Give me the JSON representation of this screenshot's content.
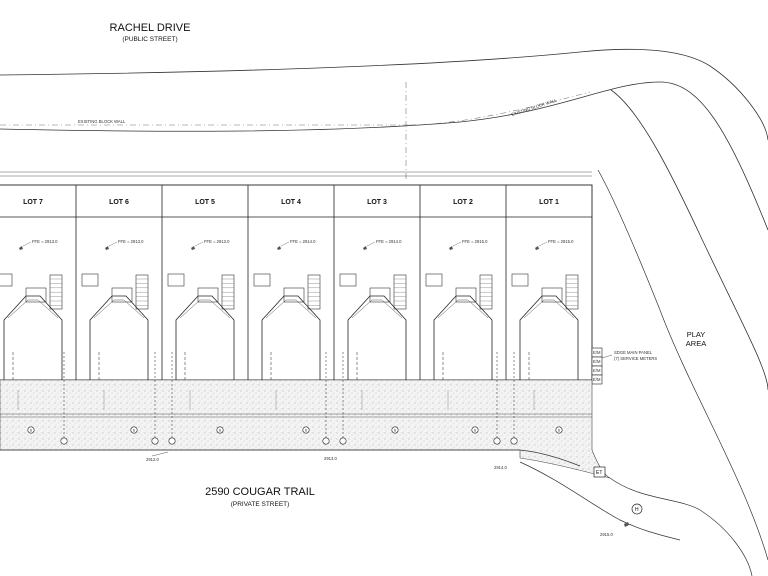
{
  "street_top": {
    "name": "RACHEL DRIVE",
    "sub": "(PUBLIC STREET)"
  },
  "street_bottom": {
    "name": "2590 COUGAR TRAIL",
    "sub": "(PRIVATE STREET)"
  },
  "play_area": {
    "line1": "PLAY",
    "line2": "AREA"
  },
  "wall_left": "EXISTING BLOCK WALL",
  "wall_right": "EXISTING BLOCK WALL",
  "lots": [
    {
      "name": "LOT 7",
      "ffe": "FFE = 2913.0"
    },
    {
      "name": "LOT 6",
      "ffe": "FFE = 2913.0"
    },
    {
      "name": "LOT 5",
      "ffe": "FFE = 2913.0"
    },
    {
      "name": "LOT 4",
      "ffe": "FFE = 2914.0"
    },
    {
      "name": "LOT 3",
      "ffe": "FFE = 2914.0"
    },
    {
      "name": "LOT 2",
      "ffe": "FFE = 2915.0"
    },
    {
      "name": "LOT 1",
      "ffe": "FFE = 2915.0"
    }
  ],
  "meter_boxes": [
    "E/M",
    "E/M",
    "E/M",
    "E/M"
  ],
  "meter_note": {
    "line1": "SDGE MAIN PANEL",
    "line2": "(7) SERVICE METERS"
  },
  "et_box": "ET",
  "hydrant": "H",
  "spot_elevations": [
    "2912.0",
    "2913.0",
    "2914.0",
    "2915.0"
  ]
}
